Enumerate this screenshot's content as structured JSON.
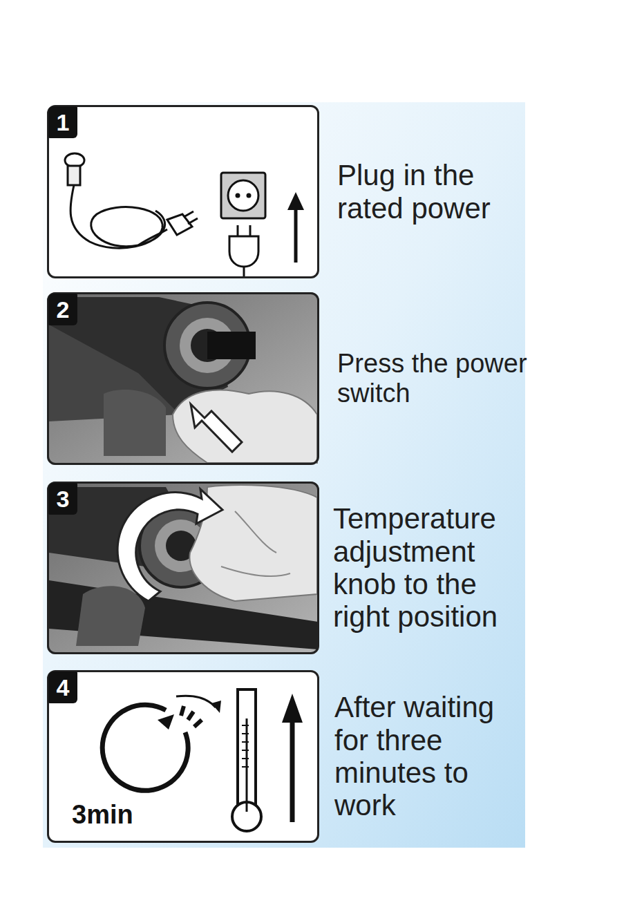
{
  "diagram": {
    "nodes": [
      {
        "text": [
          "1",
          "Plug in the rated power"
        ]
      },
      {
        "text": [
          "2",
          "Press the power switch"
        ]
      },
      {
        "text": [
          "3",
          "Temperature adjustment knob to the right position"
        ]
      },
      {
        "text": [
          "4",
          "After waiting for three minutes to work"
        ]
      }
    ],
    "labels": [
      "3min"
    ]
  }
}
